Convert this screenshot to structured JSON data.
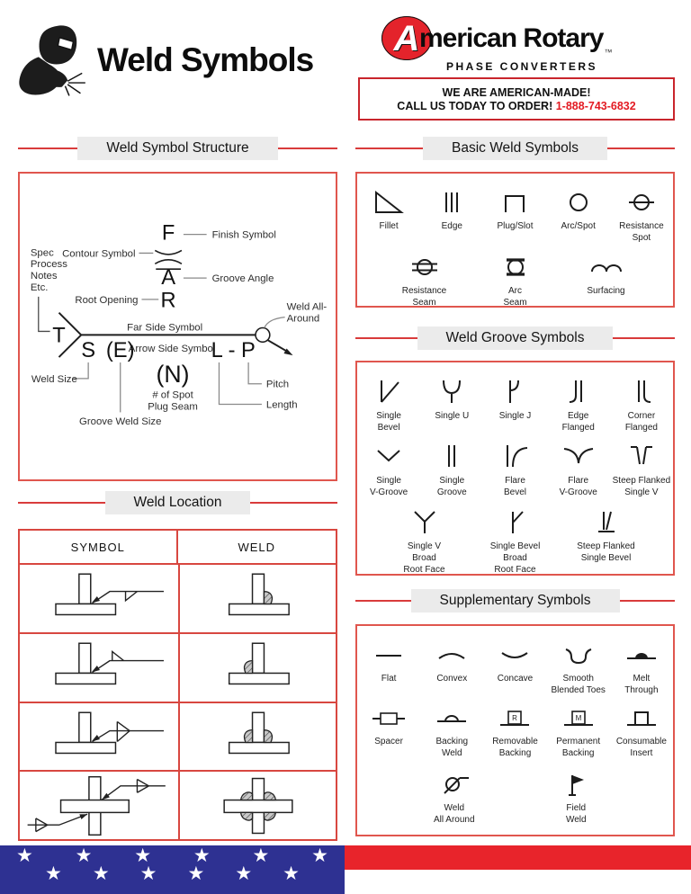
{
  "header": {
    "title": "Weld Symbols",
    "logo": {
      "a_letter": "A",
      "name_rest": "merican Rotary",
      "tm": "™",
      "subtitle": "PHASE CONVERTERS"
    },
    "banner": {
      "line1": "WE ARE AMERICAN-MADE!",
      "line2": "CALL US TODAY TO ORDER!",
      "phone": "1-888-743-6832"
    }
  },
  "colors": {
    "accent_line": "#d93b3b",
    "box_border": "#e0564e",
    "banner_border": "#c9252c",
    "phone_red": "#e31b23",
    "logo_red": "#e4232b",
    "flag_navy": "#2e3192",
    "flag_red": "#e8242b",
    "header_pill_bg": "#ebebeb"
  },
  "sections": {
    "structure": {
      "title": "Weld Symbol Structure",
      "letters": {
        "f": "F",
        "a": "A",
        "r": "R",
        "t": "T",
        "s": "S",
        "e": "(E)",
        "n": "(N)",
        "lp": "L - P"
      },
      "labels": {
        "finish": "Finish Symbol",
        "contour": "Contour Symbol",
        "groove_angle": "Groove Angle",
        "root_opening": "Root Opening",
        "spec_l1": "Spec",
        "spec_l2": "Process",
        "spec_l3": "Notes",
        "spec_l4": "Etc.",
        "far_side": "Far Side Symbol",
        "arrow_side": "Arrow Side Symbol",
        "weld_all_l1": "Weld All-",
        "weld_all_l2": "Around",
        "weld_size": "Weld Size",
        "groove_weld_size": "Groove Weld Size",
        "n_note_l1": "# of Spot",
        "n_note_l2": "Plug Seam",
        "pitch": "Pitch",
        "length": "Length"
      }
    },
    "location": {
      "title": "Weld Location",
      "col_symbol": "SYMBOL",
      "col_weld": "WELD"
    },
    "basic": {
      "title": "Basic Weld Symbols",
      "items": [
        {
          "label": "Fillet",
          "icon": "fillet-icon"
        },
        {
          "label": "Edge",
          "icon": "edge-icon"
        },
        {
          "label": "Plug/Slot",
          "icon": "plug-slot-icon"
        },
        {
          "label": "Arc/Spot",
          "icon": "arc-spot-icon"
        },
        {
          "label": "Resistance\nSpot",
          "icon": "resistance-spot-icon"
        },
        {
          "label": "Resistance\nSeam",
          "icon": "resistance-seam-icon"
        },
        {
          "label": "Arc\nSeam",
          "icon": "arc-seam-icon"
        },
        {
          "label": "Surfacing",
          "icon": "surfacing-icon"
        }
      ]
    },
    "groove": {
      "title": "Weld Groove Symbols",
      "items": [
        {
          "label": "Single\nBevel",
          "icon": "single-bevel-icon"
        },
        {
          "label": "Single U",
          "icon": "single-u-icon"
        },
        {
          "label": "Single J",
          "icon": "single-j-icon"
        },
        {
          "label": "Edge\nFlanged",
          "icon": "edge-flanged-icon"
        },
        {
          "label": "Corner\nFlanged",
          "icon": "corner-flanged-icon"
        },
        {
          "label": "Single\nV-Groove",
          "icon": "single-v-groove-icon"
        },
        {
          "label": "Single\nGroove",
          "icon": "single-groove-icon"
        },
        {
          "label": "Flare\nBevel",
          "icon": "flare-bevel-icon"
        },
        {
          "label": "Flare\nV-Groove",
          "icon": "flare-v-groove-icon"
        },
        {
          "label": "Steep Flanked\nSingle V",
          "icon": "steep-flanked-single-v-icon"
        },
        {
          "label": "Single V\nBroad\nRoot Face",
          "icon": "single-v-broad-root-face-icon"
        },
        {
          "label": "Single Bevel\nBroad\nRoot Face",
          "icon": "single-bevel-broad-root-face-icon"
        },
        {
          "label": "Steep Flanked\nSingle Bevel",
          "icon": "steep-flanked-single-bevel-icon"
        }
      ]
    },
    "supplementary": {
      "title": "Supplementary Symbols",
      "backing_letters": {
        "removable": "R",
        "permanent": "M"
      },
      "items": [
        {
          "label": "Flat",
          "icon": "flat-icon"
        },
        {
          "label": "Convex",
          "icon": "convex-icon"
        },
        {
          "label": "Concave",
          "icon": "concave-icon"
        },
        {
          "label": "Smooth\nBlended Toes",
          "icon": "smooth-blended-toes-icon"
        },
        {
          "label": "Melt\nThrough",
          "icon": "melt-through-icon"
        },
        {
          "label": "Spacer",
          "icon": "spacer-icon"
        },
        {
          "label": "Backing\nWeld",
          "icon": "backing-weld-icon"
        },
        {
          "label": "Removable\nBacking",
          "icon": "removable-backing-icon"
        },
        {
          "label": "Permanent\nBacking",
          "icon": "permanent-backing-icon"
        },
        {
          "label": "Consumable\nInsert",
          "icon": "consumable-insert-icon"
        },
        {
          "label": "Weld\nAll Around",
          "icon": "weld-all-around-icon"
        },
        {
          "label": "Field\nWeld",
          "icon": "field-weld-icon"
        }
      ]
    }
  },
  "footer": {
    "star": "★"
  }
}
